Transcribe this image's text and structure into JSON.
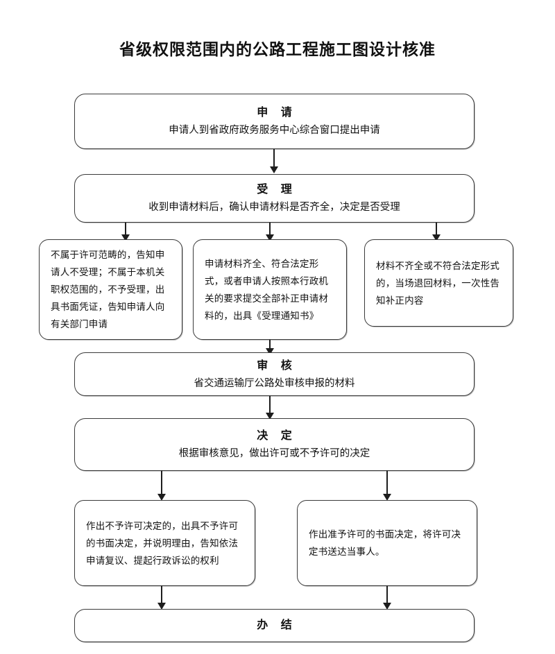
{
  "title": "省级权限范围内的公路工程施工图设计核准",
  "nodes": {
    "apply": {
      "heading": "申  请",
      "subtext": "申请人到省政府政务服务中心综合窗口提出申请"
    },
    "accept": {
      "heading": "受  理",
      "subtext": "收到申请材料后，确认申请材料是否齐全，决定是否受理"
    },
    "branch_left": {
      "body": "不属于许可范畴的，告知申请人不受理；不属于本机关职权范围的，不予受理，出具书面凭证，告知申请人向有关部门申请"
    },
    "branch_middle": {
      "body": "申请材料齐全、符合法定形式，或者申请人按照本行政机关的要求提交全部补正申请材料的，出具《受理通知书》"
    },
    "branch_right": {
      "body": "材料不齐全或不符合法定形式的，当场退回材料，一次性告知补正内容"
    },
    "review": {
      "heading": "审  核",
      "subtext": "省交通运输厅公路处审核申报的材料"
    },
    "decide": {
      "heading": "决  定",
      "subtext": "根据审核意见，做出许可或不予许可的决定"
    },
    "result_left": {
      "body": "作出不予许可决定的，出具不予许可的书面决定，并说明理由，告知依法申请复议、提起行政诉讼的权利"
    },
    "result_right": {
      "body": "作出准予许可的书面决定，将许可决定书送达当事人。"
    },
    "finish": {
      "heading": "办  结"
    }
  },
  "colors": {
    "border": "#3a3a3a",
    "connector": "#1d1d1d",
    "background": "#ffffff",
    "text": "#111111"
  }
}
